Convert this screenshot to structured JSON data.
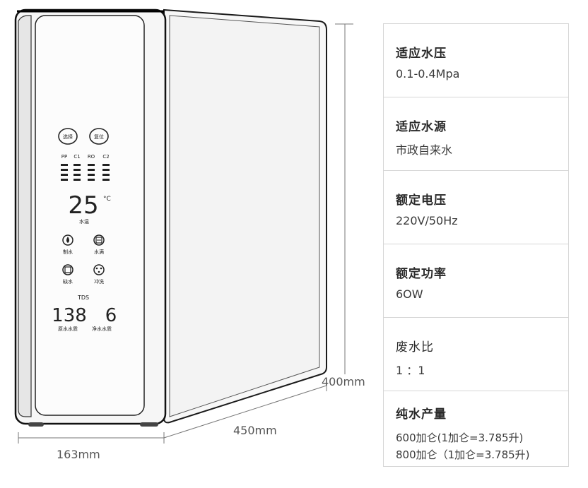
{
  "specs": [
    {
      "title": "适应水压",
      "value": "0.1-0.4Mpa"
    },
    {
      "title": "适应水源",
      "value": "市政自来水"
    },
    {
      "title": "额定电压",
      "value": "220V/50Hz"
    },
    {
      "title": "额定功率",
      "value": "6OW"
    },
    {
      "title": "废水比",
      "value": "1 ：1"
    },
    {
      "title": "纯水产量",
      "value": "600加仑(1加仑=3.785升)",
      "value2": "800加仑（1加仑=3.785升)"
    }
  ],
  "dimensions": {
    "width": "163mm",
    "depth": "450mm",
    "height": "400mm"
  },
  "panel": {
    "btn_select": "选择",
    "btn_reset": "复位",
    "filters": [
      "PP",
      "C1",
      "RO",
      "C2"
    ],
    "temp_value": "25",
    "temp_unit": "°C",
    "temp_label": "水温",
    "icon_labels": [
      "制水",
      "水满",
      "缺水",
      "冲洗"
    ],
    "tds_label": "TDS",
    "raw_tds": "138",
    "raw_tds_label": "原水水质",
    "pure_tds": "6",
    "pure_tds_label": "净水水质"
  }
}
